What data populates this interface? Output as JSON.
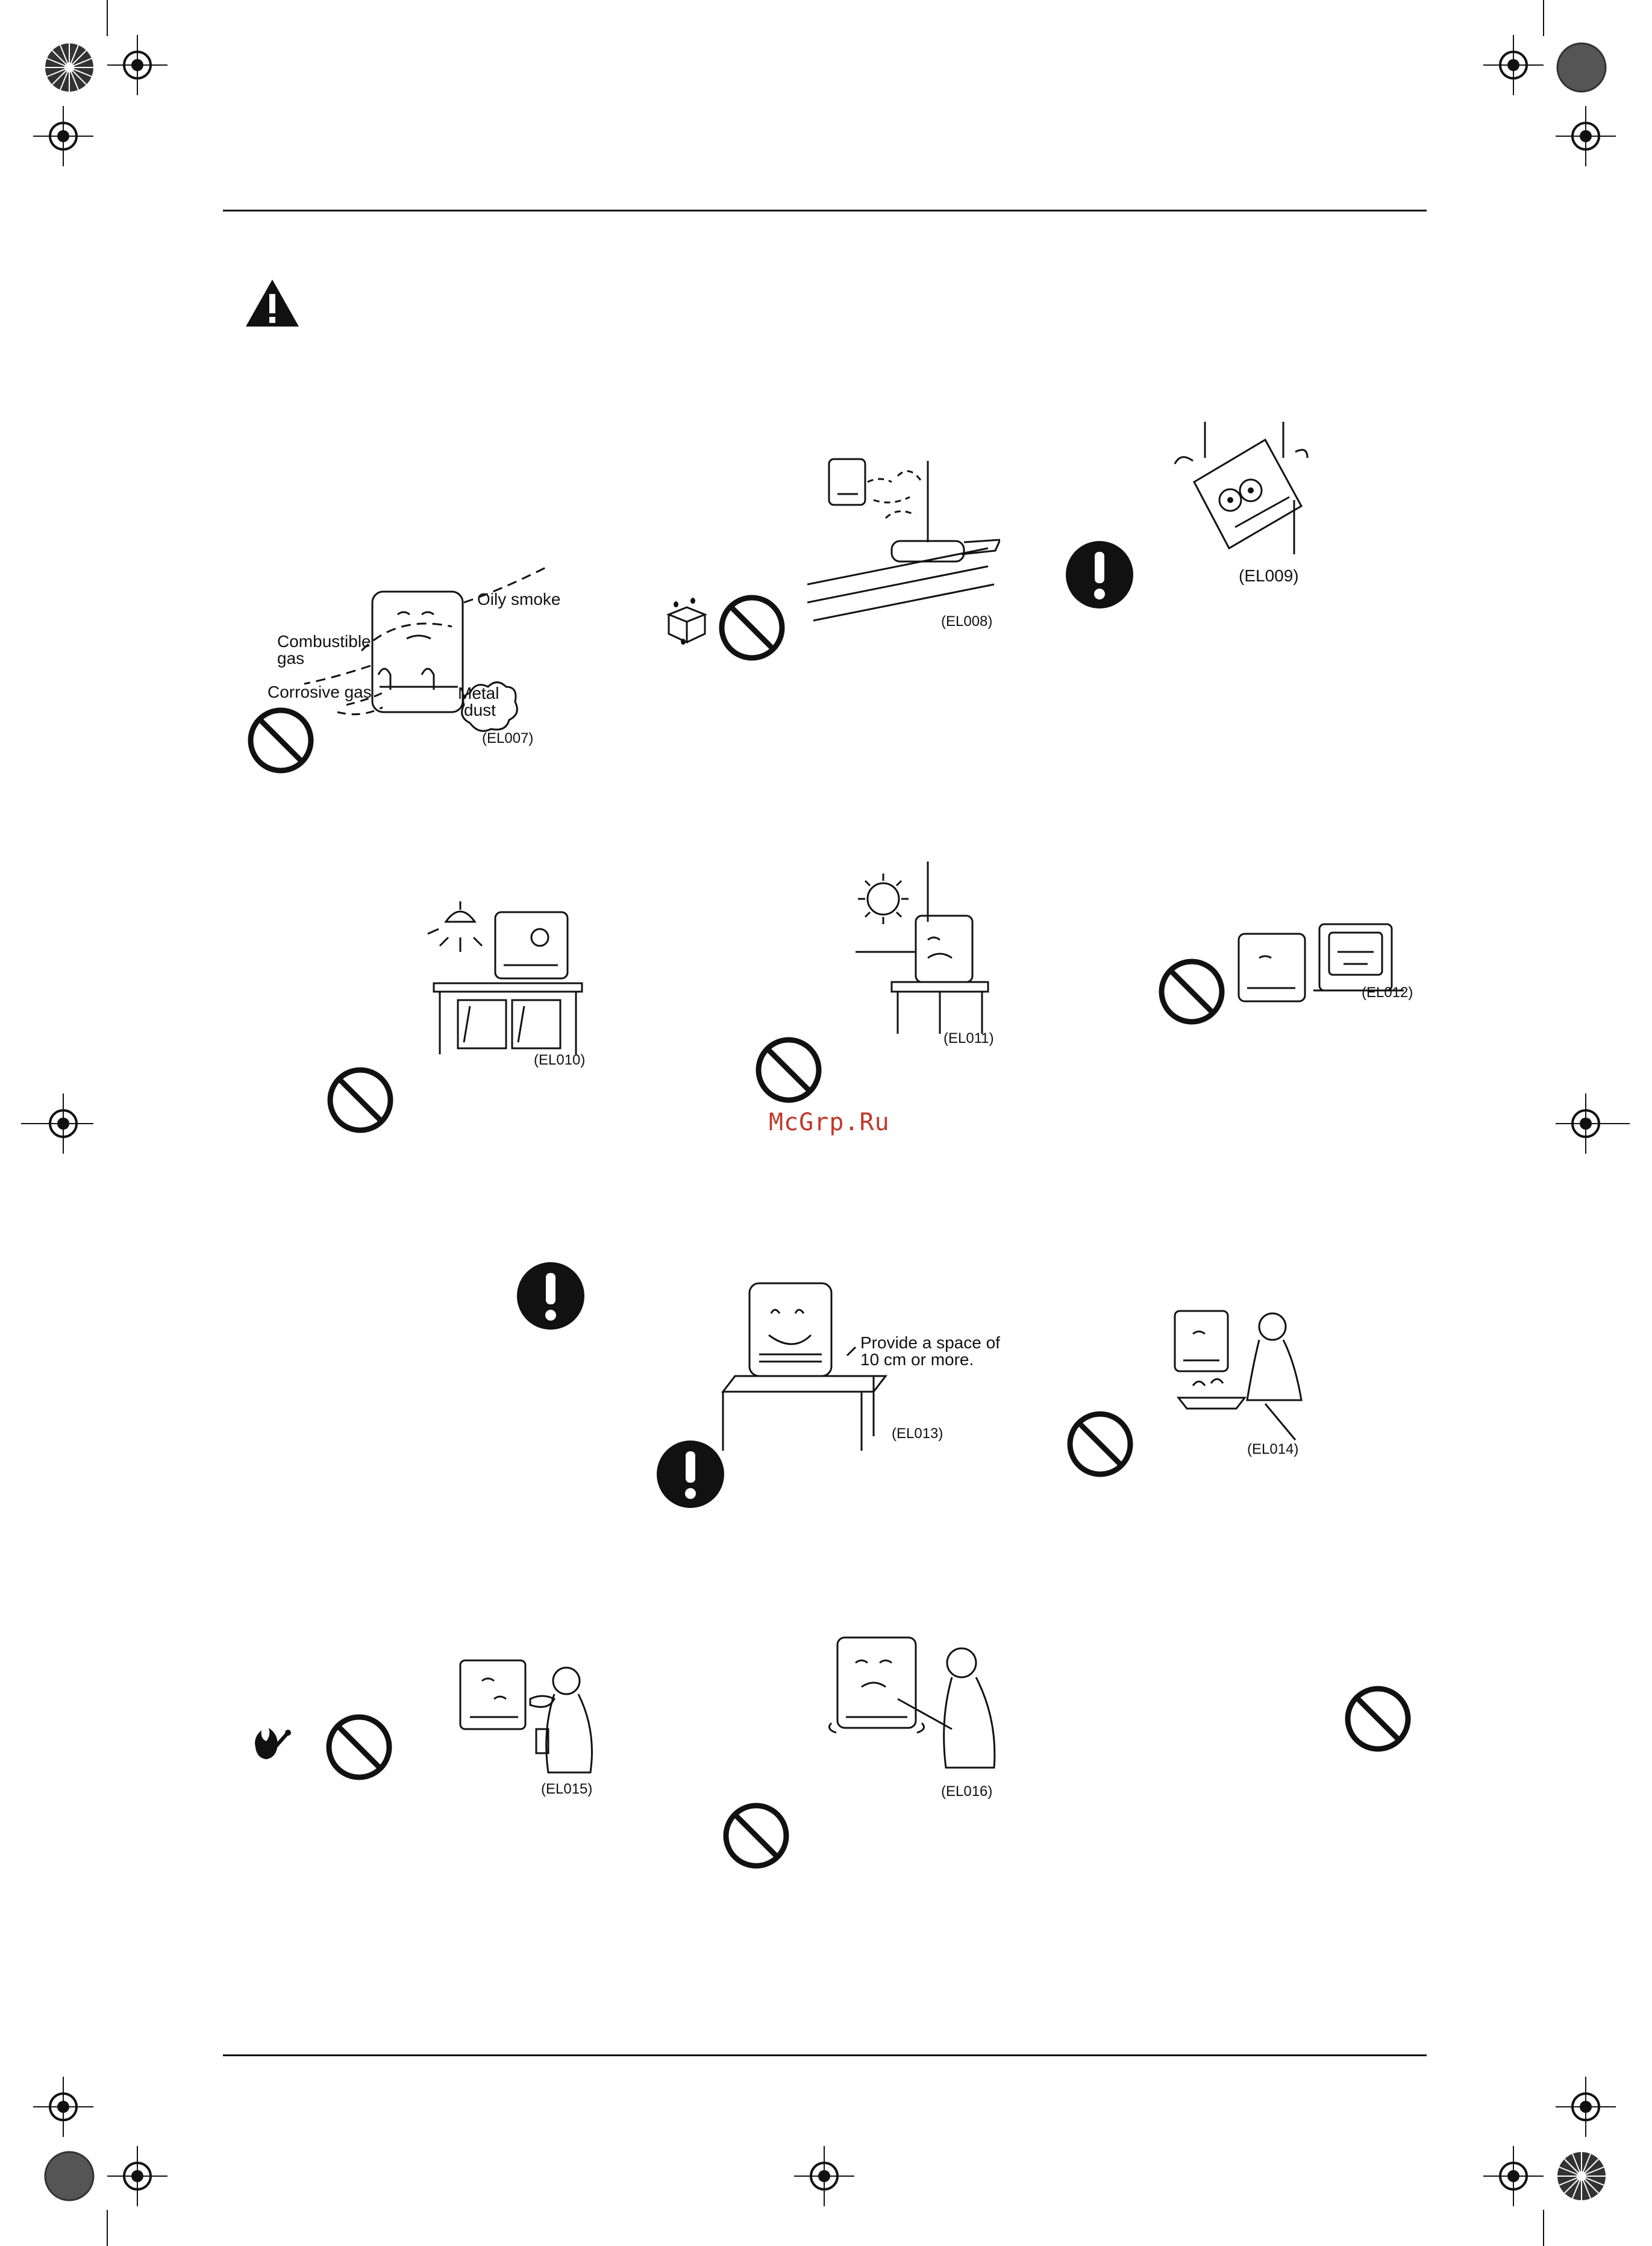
{
  "watermark": "McGrp.Ru",
  "figures": {
    "el007": {
      "code": "(EL007)",
      "labels": {
        "oily_smoke": "Oily smoke",
        "combustible_gas_1": "Combustible",
        "combustible_gas_2": "gas",
        "corrosive_gas": "Corrosive gas",
        "metal_dust_1": "Metal",
        "metal_dust_2": "dust"
      }
    },
    "el008": {
      "code": "(EL008)"
    },
    "el009": {
      "code": "(EL009)"
    },
    "el010": {
      "code": "(EL010)"
    },
    "el011": {
      "code": "(EL011)"
    },
    "el012": {
      "code": "(EL012)"
    },
    "el013": {
      "code": "(EL013)",
      "note_1": "Provide a space of",
      "note_2": "10 cm or more."
    },
    "el014": {
      "code": "(EL014)"
    },
    "el015": {
      "code": "(EL015)"
    },
    "el016": {
      "code": "(EL016)"
    }
  },
  "icons": {
    "warning": "warning-triangle-icon",
    "prohibition": "prohibition-icon",
    "mandatory": "mandatory-action-icon",
    "fire": "open-flame-icon",
    "water": "wet-hands-icon"
  }
}
